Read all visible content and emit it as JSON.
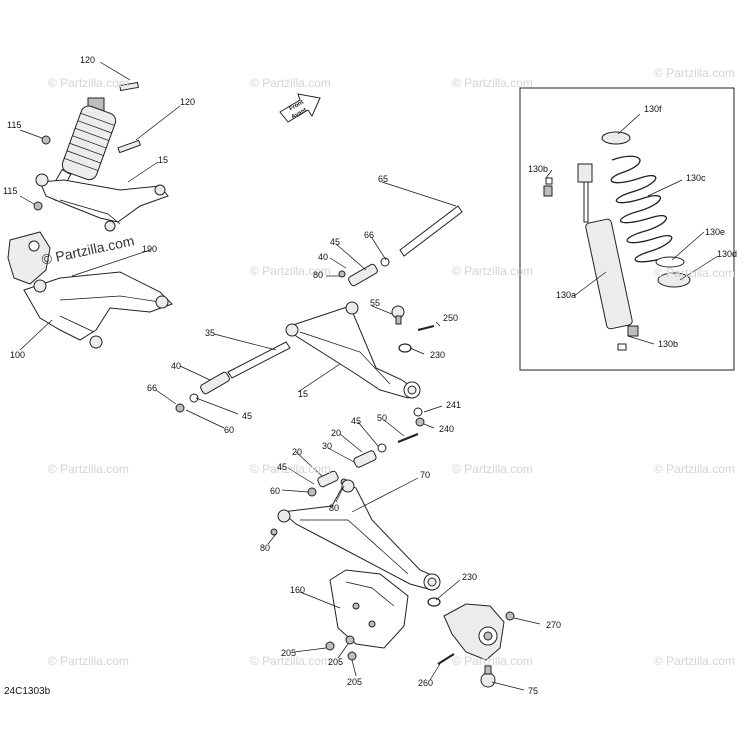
{
  "diagram": {
    "code": "24C1303b",
    "arrow_text_1": "Front",
    "arrow_text_2": "Avant",
    "watermark_text": "© Partzilla.com",
    "watermark_strong": "© Partzilla.com",
    "labels": {
      "l120a": "120",
      "l120b": "120",
      "l115a": "115",
      "l115b": "115",
      "l15a": "15",
      "l190": "190",
      "l100": "100",
      "l65": "65",
      "l66a": "66",
      "l45a": "45",
      "l40a": "40",
      "l80a": "80",
      "l55": "55",
      "l250": "250",
      "l230a": "230",
      "l35": "35",
      "l15b": "15",
      "l40b": "40",
      "l66b": "66",
      "l45b": "45",
      "l60a": "60",
      "l241": "241",
      "l240": "240",
      "l50": "50",
      "l45c": "45",
      "l20a": "20",
      "l30": "30",
      "l20b": "20",
      "l45d": "45",
      "l70": "70",
      "l60b": "60",
      "l80b": "80",
      "l80c": "80",
      "l230b": "230",
      "l160": "160",
      "l270": "270",
      "l205a": "205",
      "l205b": "205",
      "l205c": "205",
      "l260": "260",
      "l75": "75",
      "l130f": "130f",
      "l130b1": "130b",
      "l130c": "130c",
      "l130e": "130e",
      "l130d": "130d",
      "l130a": "130a",
      "l130b2": "130b"
    }
  }
}
